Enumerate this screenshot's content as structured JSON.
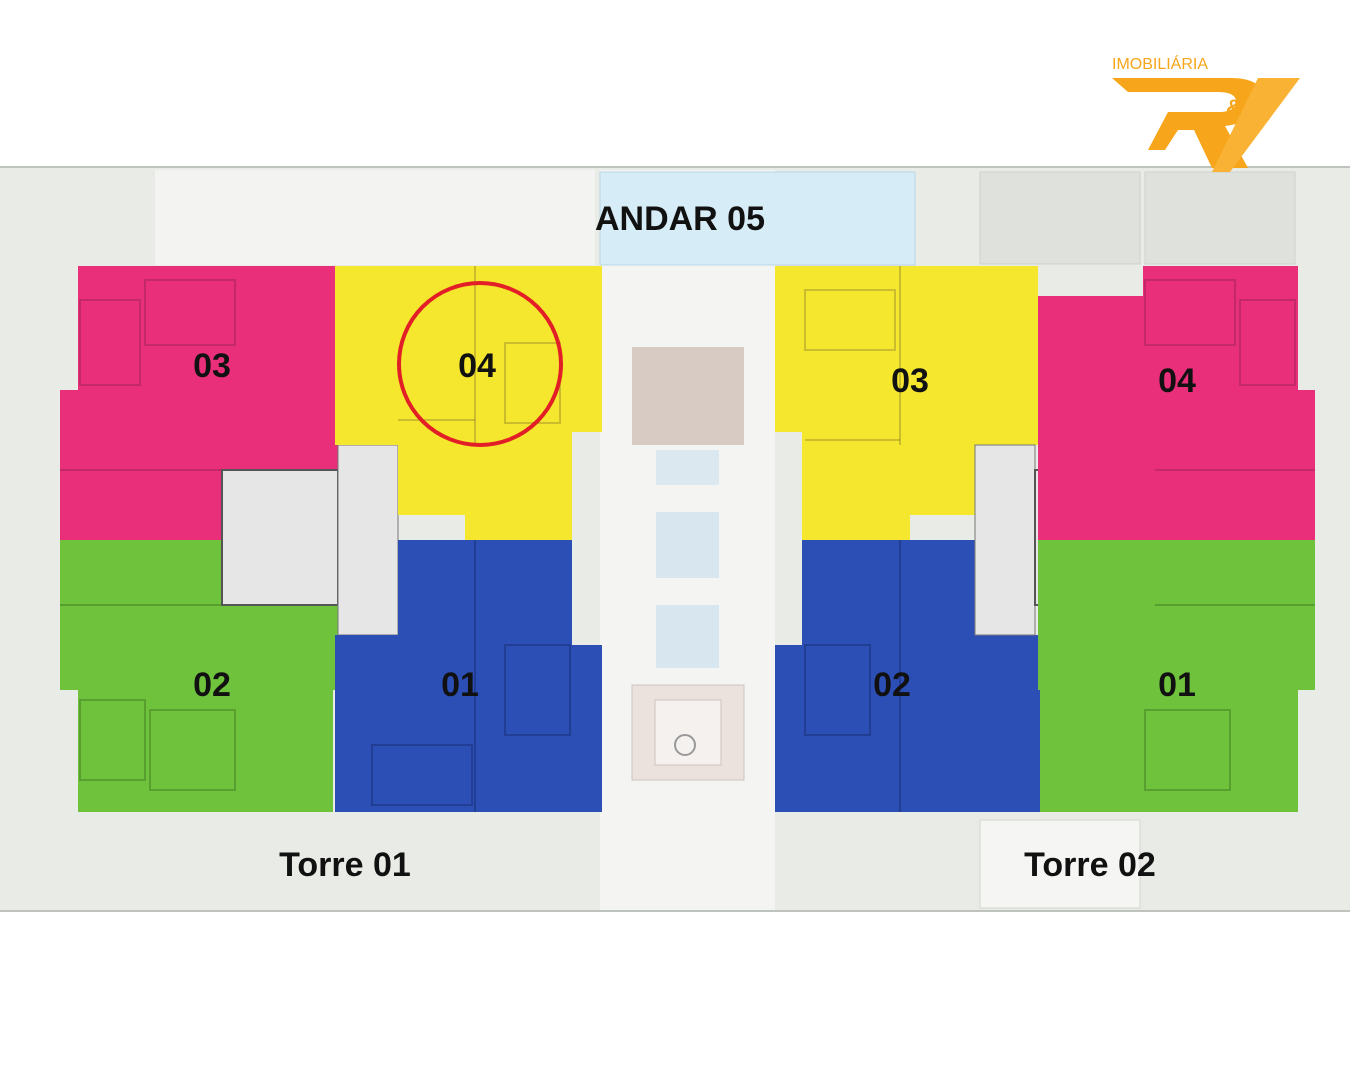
{
  "brand": {
    "top_text": "IMOBILIÁRIA",
    "mark_text": "R&V",
    "amp": "&",
    "color": "#f7a51a"
  },
  "floor_title": "ANDAR 05",
  "towers": [
    {
      "name": "Torre 01",
      "units": [
        {
          "number": "03",
          "color": "#ea2f7a"
        },
        {
          "number": "04",
          "color": "#f5e72e",
          "highlighted": true
        },
        {
          "number": "02",
          "color": "#6fc23c"
        },
        {
          "number": "01",
          "color": "#2c4fb5"
        }
      ]
    },
    {
      "name": "Torre 02",
      "units": [
        {
          "number": "03",
          "color": "#f5e72e"
        },
        {
          "number": "04",
          "color": "#ea2f7a"
        },
        {
          "number": "02",
          "color": "#2c4fb5"
        },
        {
          "number": "01",
          "color": "#6fc23c"
        }
      ]
    }
  ],
  "colors": {
    "magenta": "#ea2f7a",
    "yellow": "#f5e72e",
    "green": "#6fc23c",
    "blue": "#2c4fb5",
    "highlight_circle": "#e21f26",
    "pool": "#d6ecf7",
    "ground": "#e9ebe6"
  },
  "highlight_icon": "circle-marker"
}
